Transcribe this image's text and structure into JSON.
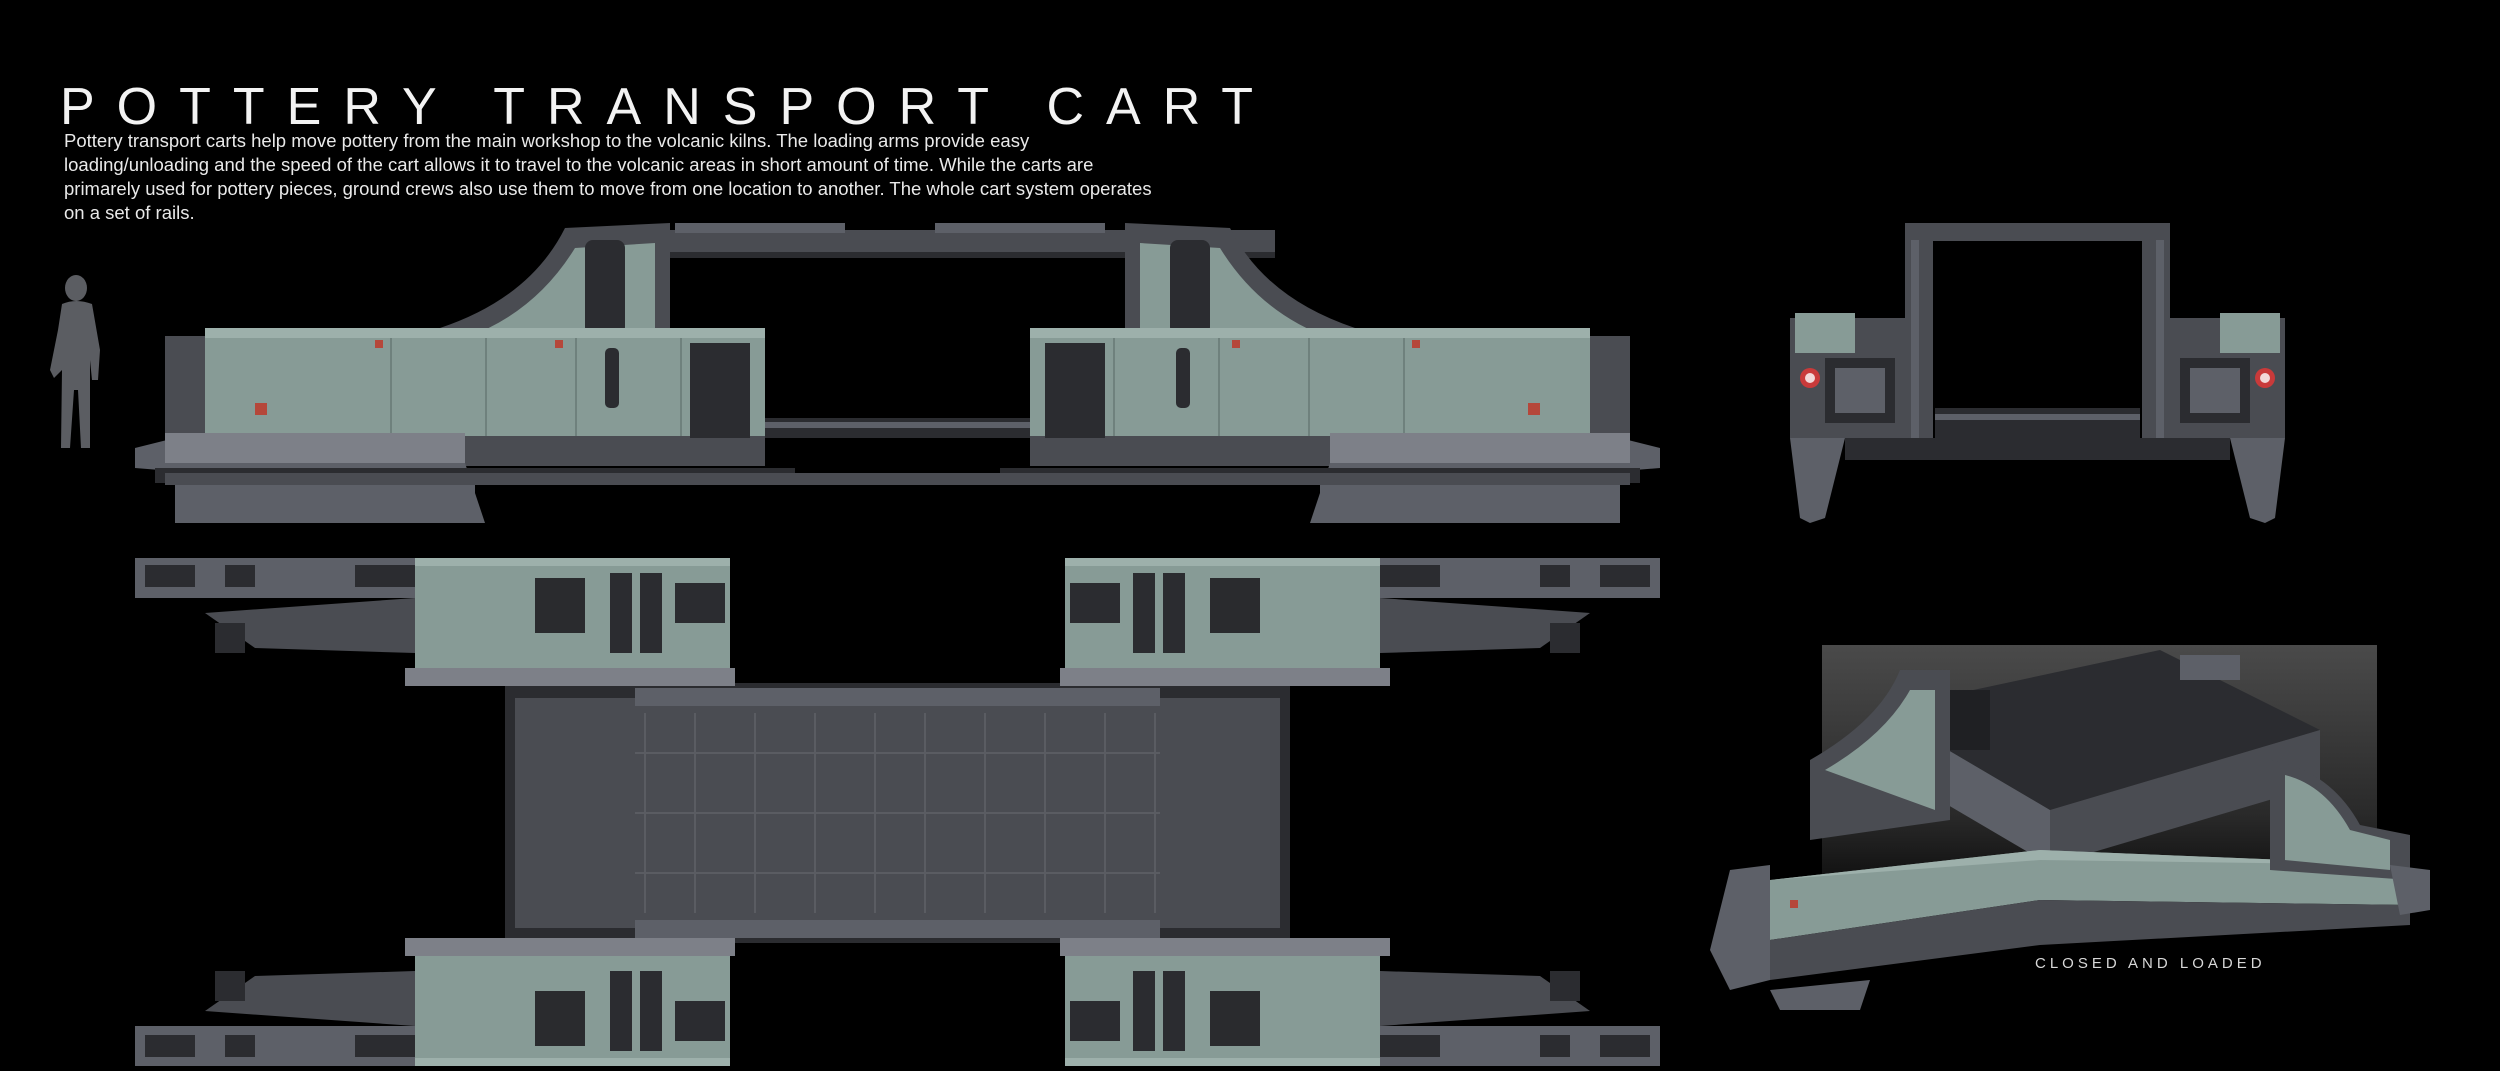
{
  "title": "POTTERY TRANSPORT CART",
  "description": "Pottery transport carts help move pottery from the main workshop to the volcanic kilns. The loading arms provide easy loading/unloading and the speed of the cart allows it to travel to the volcanic areas in short amount of time. While the carts are primarely used for pottery pieces, ground crews also use them to move from one location to another. The whole cart system operates on a set of rails.",
  "caption": "CLOSED AND LOADED",
  "colors": {
    "background": "#000000",
    "panel_green": "#879b96",
    "metal_gray": "#4a4c52",
    "accent_red": "#b5473a"
  }
}
